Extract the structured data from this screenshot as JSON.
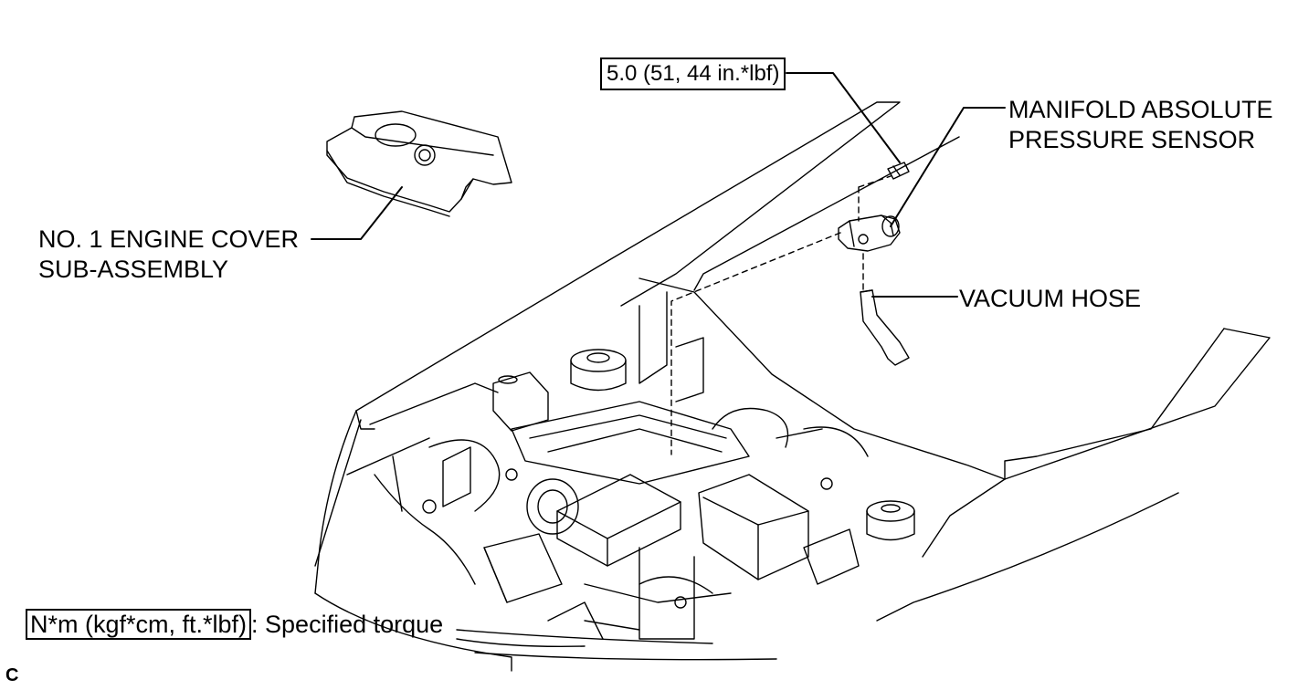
{
  "labels": {
    "torque_value": "5.0 (51, 44 in.*lbf)",
    "map_sensor_line1": "MANIFOLD ABSOLUTE",
    "map_sensor_line2": "PRESSURE SENSOR",
    "engine_cover_line1": "NO. 1 ENGINE COVER",
    "engine_cover_line2": "SUB-ASSEMBLY",
    "vacuum_hose": "VACUUM HOSE",
    "legend_unit": "N*m (kgf*cm, ft.*lbf)",
    "legend_text": ": Specified torque",
    "corner_code": "C"
  },
  "colors": {
    "line": "#000000",
    "background": "#ffffff"
  }
}
